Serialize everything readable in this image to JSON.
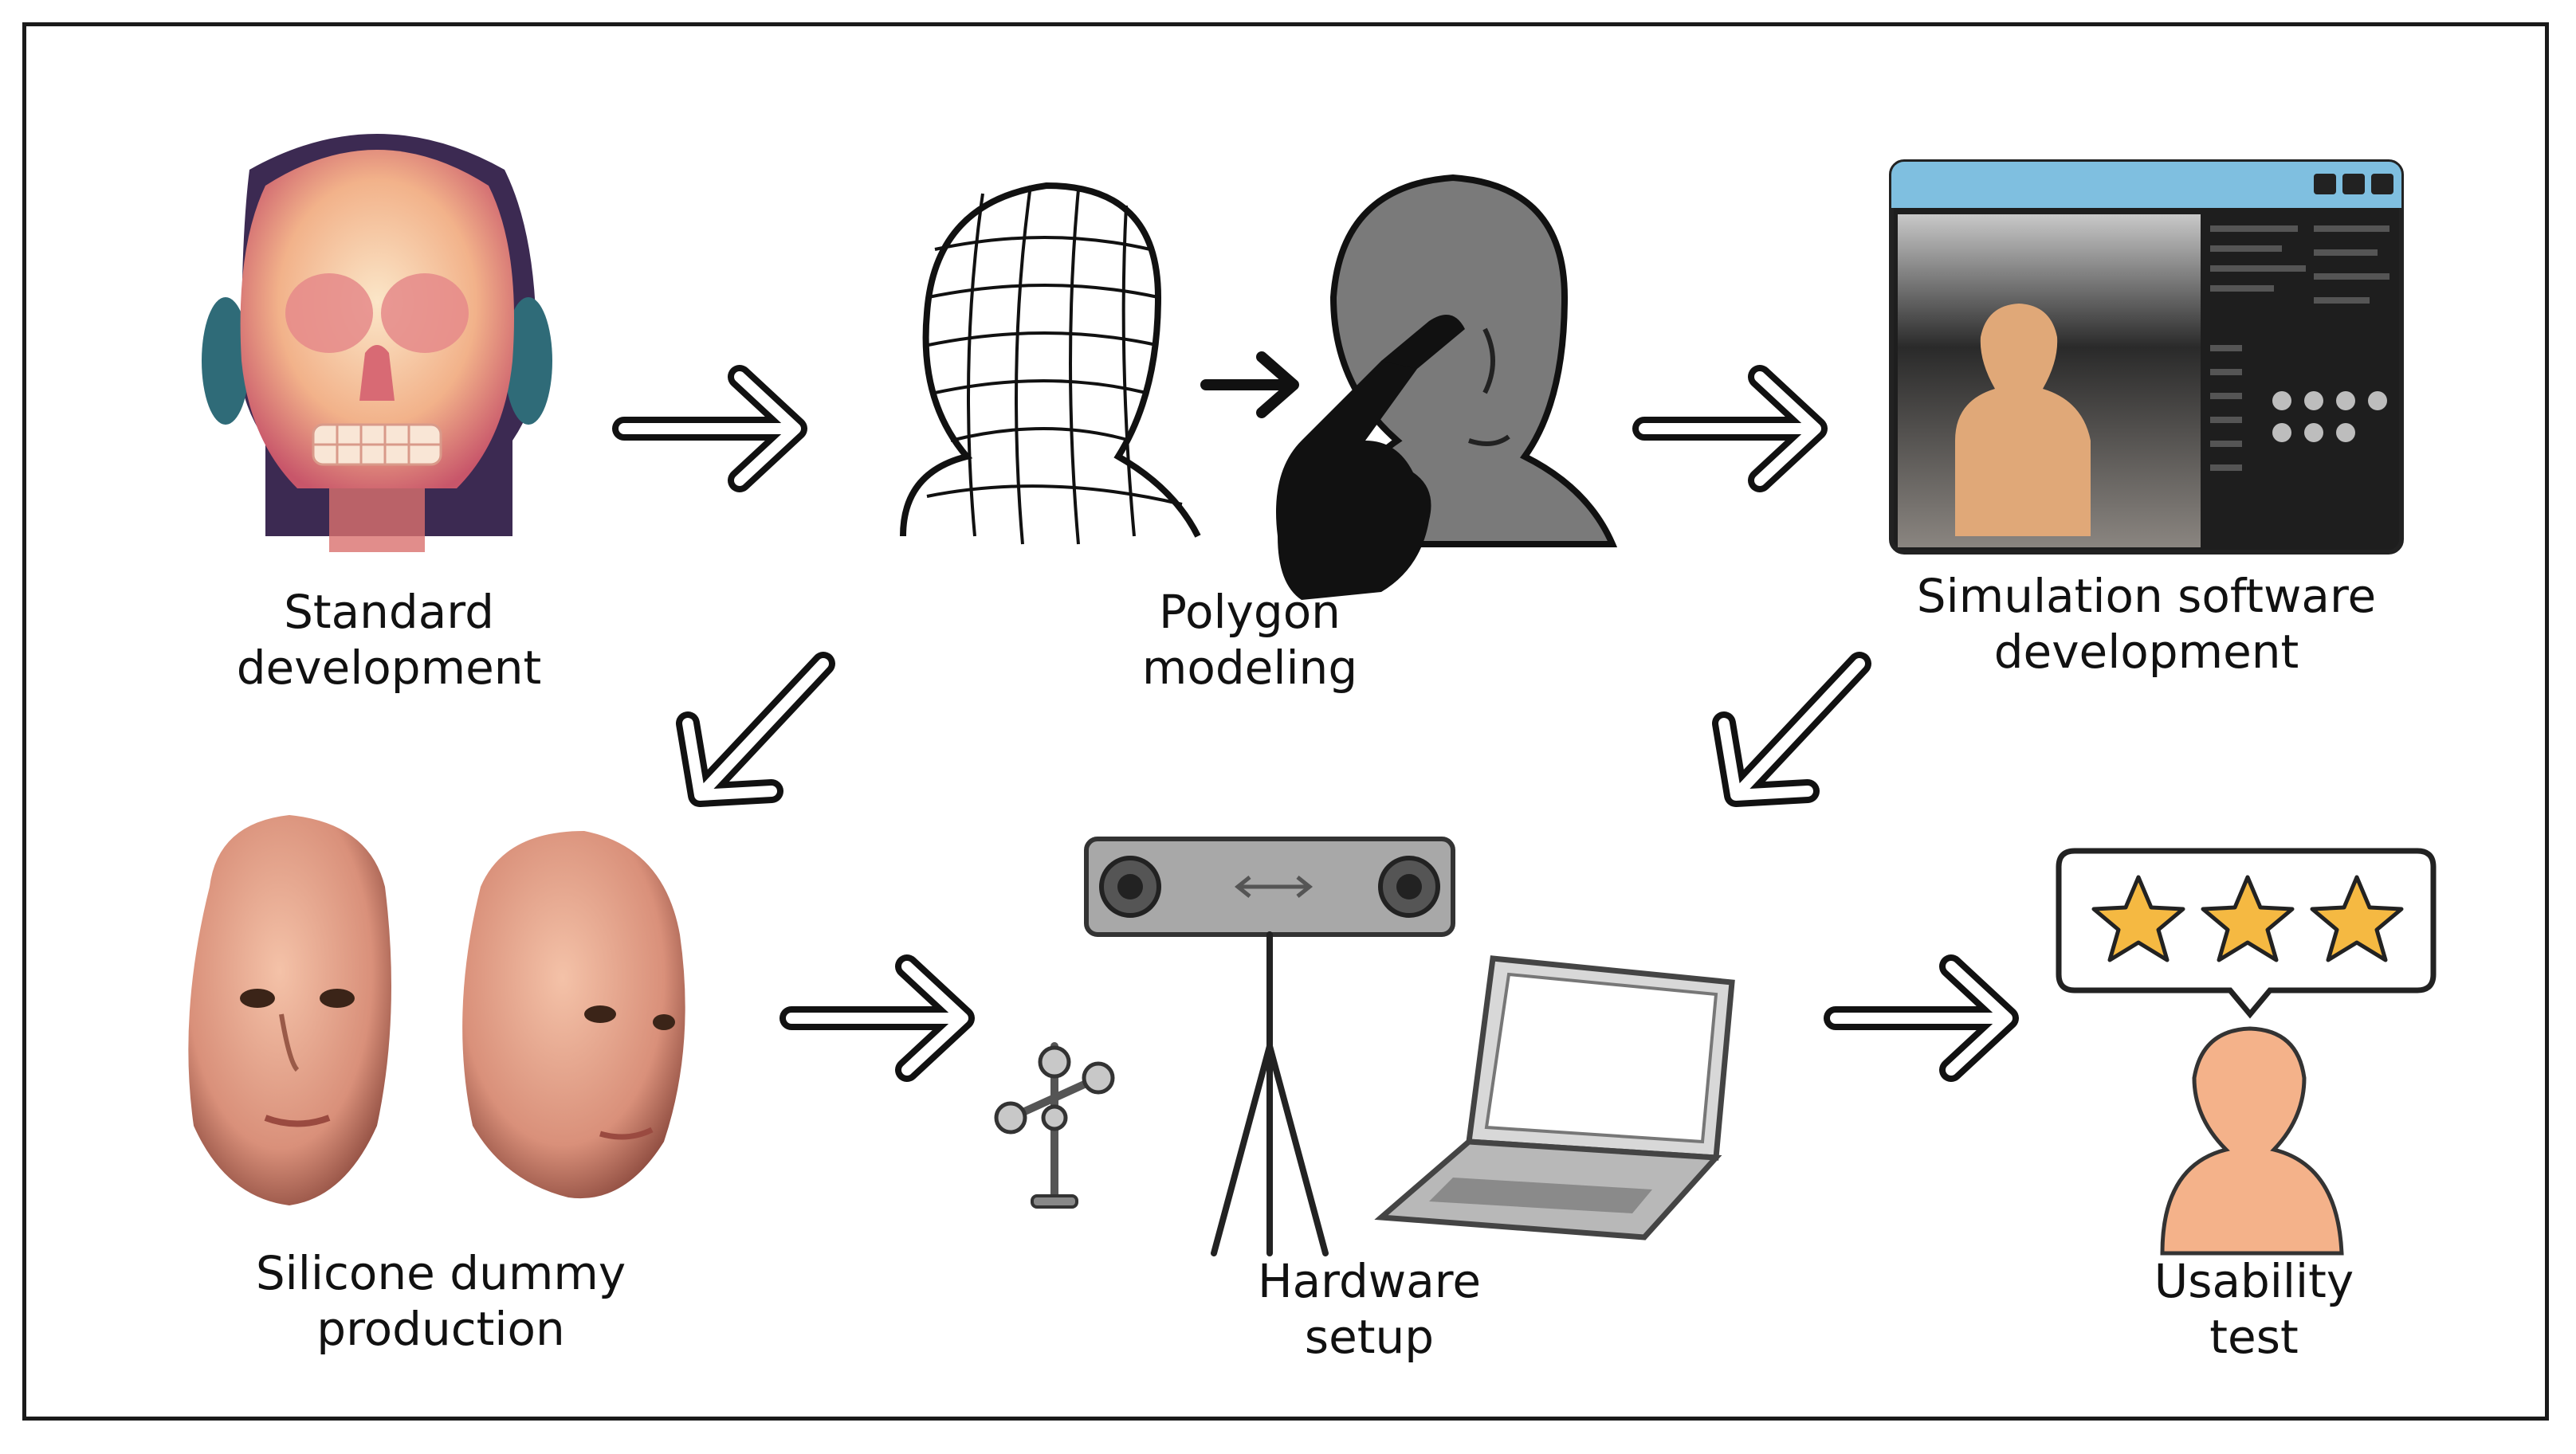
{
  "steps": {
    "standard": {
      "line1": "Standard",
      "line2": "development",
      "icon": "skull-xray-icon"
    },
    "polygon": {
      "line1": "Polygon",
      "line2": "modeling",
      "icon": "wireframe-head-icon"
    },
    "simulation": {
      "line1": "Simulation software",
      "line2": "development",
      "icon": "software-window-icon"
    },
    "silicone": {
      "line1": "Silicone dummy",
      "line2": "production",
      "icon": "silicone-faces-icon"
    },
    "hardware": {
      "line1": "Hardware",
      "line2": "setup",
      "icon": "tracking-camera-laptop-icon"
    },
    "usability": {
      "line1": "Usability",
      "line2": "test",
      "icon": "user-rating-icon",
      "stars": 3
    }
  },
  "colors": {
    "star": "#f5b942",
    "user": "#f4b28a",
    "window_bar": "#7fbfe0",
    "skin": "#e8a888"
  }
}
